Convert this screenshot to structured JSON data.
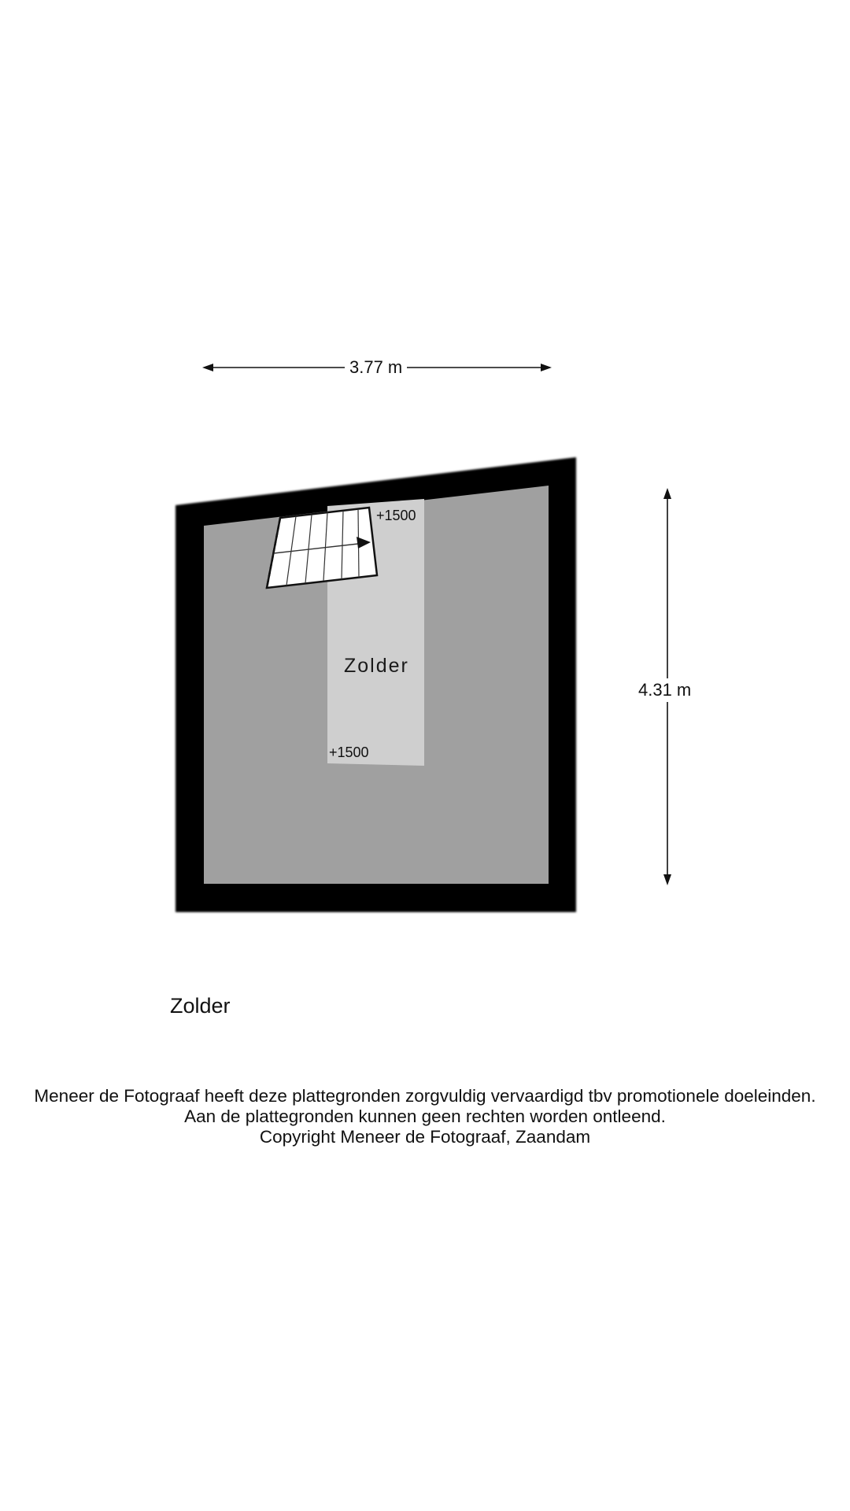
{
  "dimensions": {
    "width_label": "3.77 m",
    "height_label": "4.31 m"
  },
  "room": {
    "name": "Zolder",
    "level_top": "+1500",
    "level_bottom": "+1500"
  },
  "floor": {
    "name": "Zolder"
  },
  "disclaimer": {
    "line1": "Meneer de Fotograaf heeft deze plattegronden zorgvuldig vervaardigd tbv promotionele doeleinden.",
    "line2": "Aan de plattegronden kunnen geen rechten worden ontleend.",
    "line3": "Copyright Meneer de Fotograaf, Zaandam"
  },
  "colors": {
    "wall": "#000000",
    "floor": "#a0a0a0",
    "low_ceiling_zone": "#cfcfcf",
    "stair_fill": "#ffffff"
  },
  "icons": {
    "stair_direction": "arrow-right-icon",
    "dimension_arrows": "arrowhead-icon"
  }
}
